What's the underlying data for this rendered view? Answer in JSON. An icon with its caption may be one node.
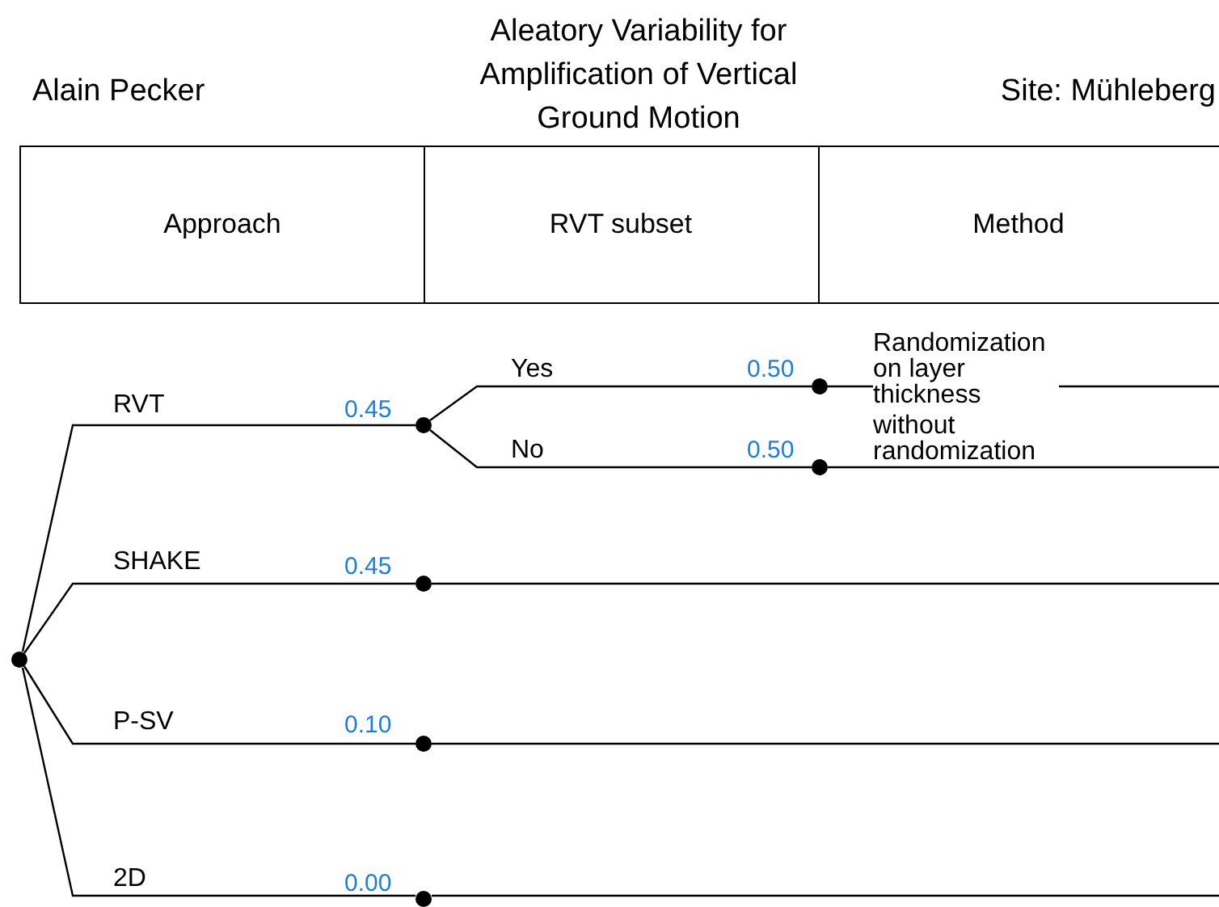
{
  "diagram": {
    "title": "Aleatory Variability for Amplification of Vertical Ground Motion",
    "nodes": [
      {
        "text": [],
        "shape": "circle"
      },
      {
        "text": [],
        "shape": "circle",
        "beside": [
          "0.45"
        ]
      },
      {
        "text": [],
        "shape": "circle",
        "beside": [
          "0.45"
        ]
      },
      {
        "text": [],
        "shape": "circle",
        "beside": [
          "0.10"
        ]
      },
      {
        "text": [],
        "shape": "circle",
        "beside": [
          "0.00"
        ]
      },
      {
        "text": [],
        "shape": "circle",
        "beside": [
          "0.50"
        ]
      },
      {
        "text": [],
        "shape": "circle",
        "beside": [
          "0.50"
        ]
      }
    ],
    "edges": [
      {
        "from": 0,
        "to": 1,
        "arrow": "none",
        "label": "RVT"
      },
      {
        "from": 0,
        "to": 2,
        "arrow": "none",
        "label": "SHAKE"
      },
      {
        "from": 0,
        "to": 3,
        "arrow": "none",
        "label": "P-SV"
      },
      {
        "from": 0,
        "to": 4,
        "arrow": "none",
        "label": "2D"
      },
      {
        "from": 1,
        "to": 5,
        "arrow": "none",
        "label": "Yes"
      },
      {
        "from": 1,
        "to": 6,
        "arrow": "none",
        "label": "No"
      },
      {
        "from": 5,
        "to": null,
        "arrow": "none",
        "label": "Randomization on layer thickness"
      },
      {
        "from": 6,
        "to": null,
        "arrow": "none",
        "label": "without randomization"
      },
      {
        "from": 2,
        "to": null,
        "arrow": "none"
      },
      {
        "from": 3,
        "to": null,
        "arrow": "none"
      },
      {
        "from": 4,
        "to": null,
        "arrow": "none"
      }
    ],
    "labels": [
      "Alain Pecker",
      "Site: Mühleberg",
      "Approach",
      "RVT subset",
      "Method"
    ]
  }
}
